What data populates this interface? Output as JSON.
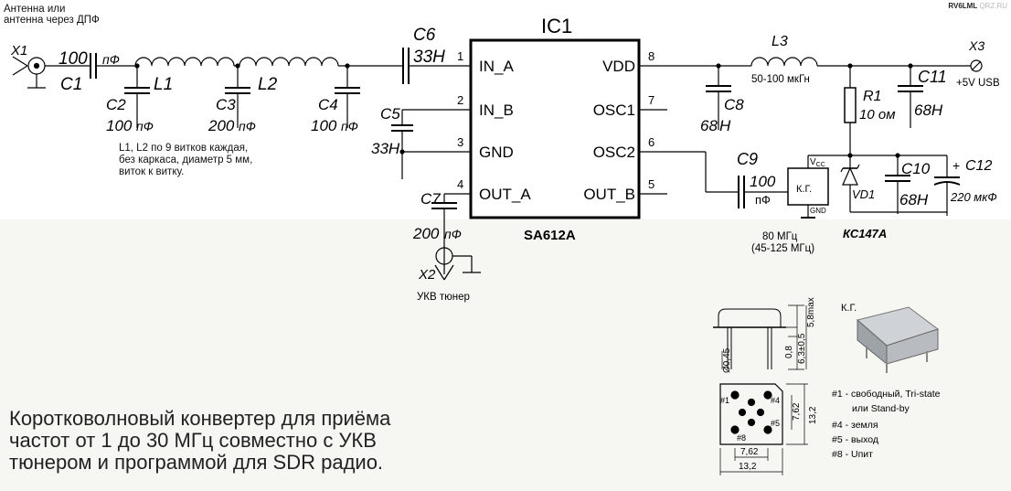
{
  "header_note": "Антенна или\nантенна через ДПФ",
  "brand": {
    "callsign": "RV6LML",
    "site": "QRZ.RU"
  },
  "ic": {
    "ref": "IC1",
    "part": "SA612A",
    "pins": [
      {
        "num": "1",
        "name": "IN_A"
      },
      {
        "num": "2",
        "name": "IN_B"
      },
      {
        "num": "3",
        "name": "GND"
      },
      {
        "num": "4",
        "name": "OUT_A"
      },
      {
        "num": "8",
        "name": "VDD"
      },
      {
        "num": "7",
        "name": "OSC1"
      },
      {
        "num": "6",
        "name": "OSC2"
      },
      {
        "num": "5",
        "name": "OUT_B"
      }
    ]
  },
  "components": {
    "x1": "X1",
    "c1": {
      "ref": "C1",
      "value": "100",
      "unit": "пФ"
    },
    "l1": "L1",
    "l2": "L2",
    "c2": {
      "ref": "C2",
      "value": "100",
      "unit": "пФ"
    },
    "c3": {
      "ref": "C3",
      "value": "200",
      "unit": "пФ"
    },
    "c4": {
      "ref": "C4",
      "value": "100",
      "unit": "пФ"
    },
    "c5": {
      "ref": "C5",
      "value": "33H"
    },
    "c6": {
      "ref": "C6",
      "value": "33H"
    },
    "c7": {
      "ref": "C7",
      "value": "200",
      "unit": "пФ"
    },
    "x2": "X2",
    "x2_label": "УКВ тюнер",
    "l3": {
      "ref": "L3",
      "value": "50-100 мкГн"
    },
    "c8": {
      "ref": "C8",
      "value": "68",
      "unit": "H"
    },
    "x3": "X3",
    "x3_label": "+5V USB",
    "c11": {
      "ref": "C11",
      "value": "68H"
    },
    "r1": {
      "ref": "R1",
      "value": "10 ом"
    },
    "c9": {
      "ref": "C9",
      "value": "100",
      "unit": "пФ"
    },
    "kg": {
      "label": "К.Г.",
      "vcc": "V",
      "vcc_sub": "CC",
      "gnd": "GND",
      "freq1": "80 МГц",
      "freq2": "(45-125 МГц)"
    },
    "vd1": {
      "ref": "VD1",
      "part": "КС147А"
    },
    "c10": {
      "ref": "C10",
      "value": "68H"
    },
    "c12": {
      "ref": "C12",
      "value": "220 мкФ",
      "plus": "+"
    }
  },
  "coil_note": "L1, L2 по 9 витков каждая,\nбез каркаса, диаметр 5 мм,\nвиток к витку.",
  "package": {
    "photo_label": "К.Г.",
    "dims": {
      "d045": "Ø0,45",
      "h08": "0,8",
      "h63": "6,3±0,5",
      "h58": "5,8max",
      "w762": "7,62",
      "w132": "13,2",
      "v762": "7,62",
      "v132": "13,2"
    },
    "pin_marks": [
      "#1",
      "#4",
      "#5",
      "#8"
    ],
    "legend": [
      "#1 - свободный, Tri-state",
      "или Stand-by",
      "#4 - земля",
      "#5 - выход",
      "#8 - Uпит"
    ]
  },
  "caption": "Коротковолновый конвертер для приёма\nчастот от 1 до 30 МГц совместно с УКВ\nтюнером и программой для SDR радио."
}
